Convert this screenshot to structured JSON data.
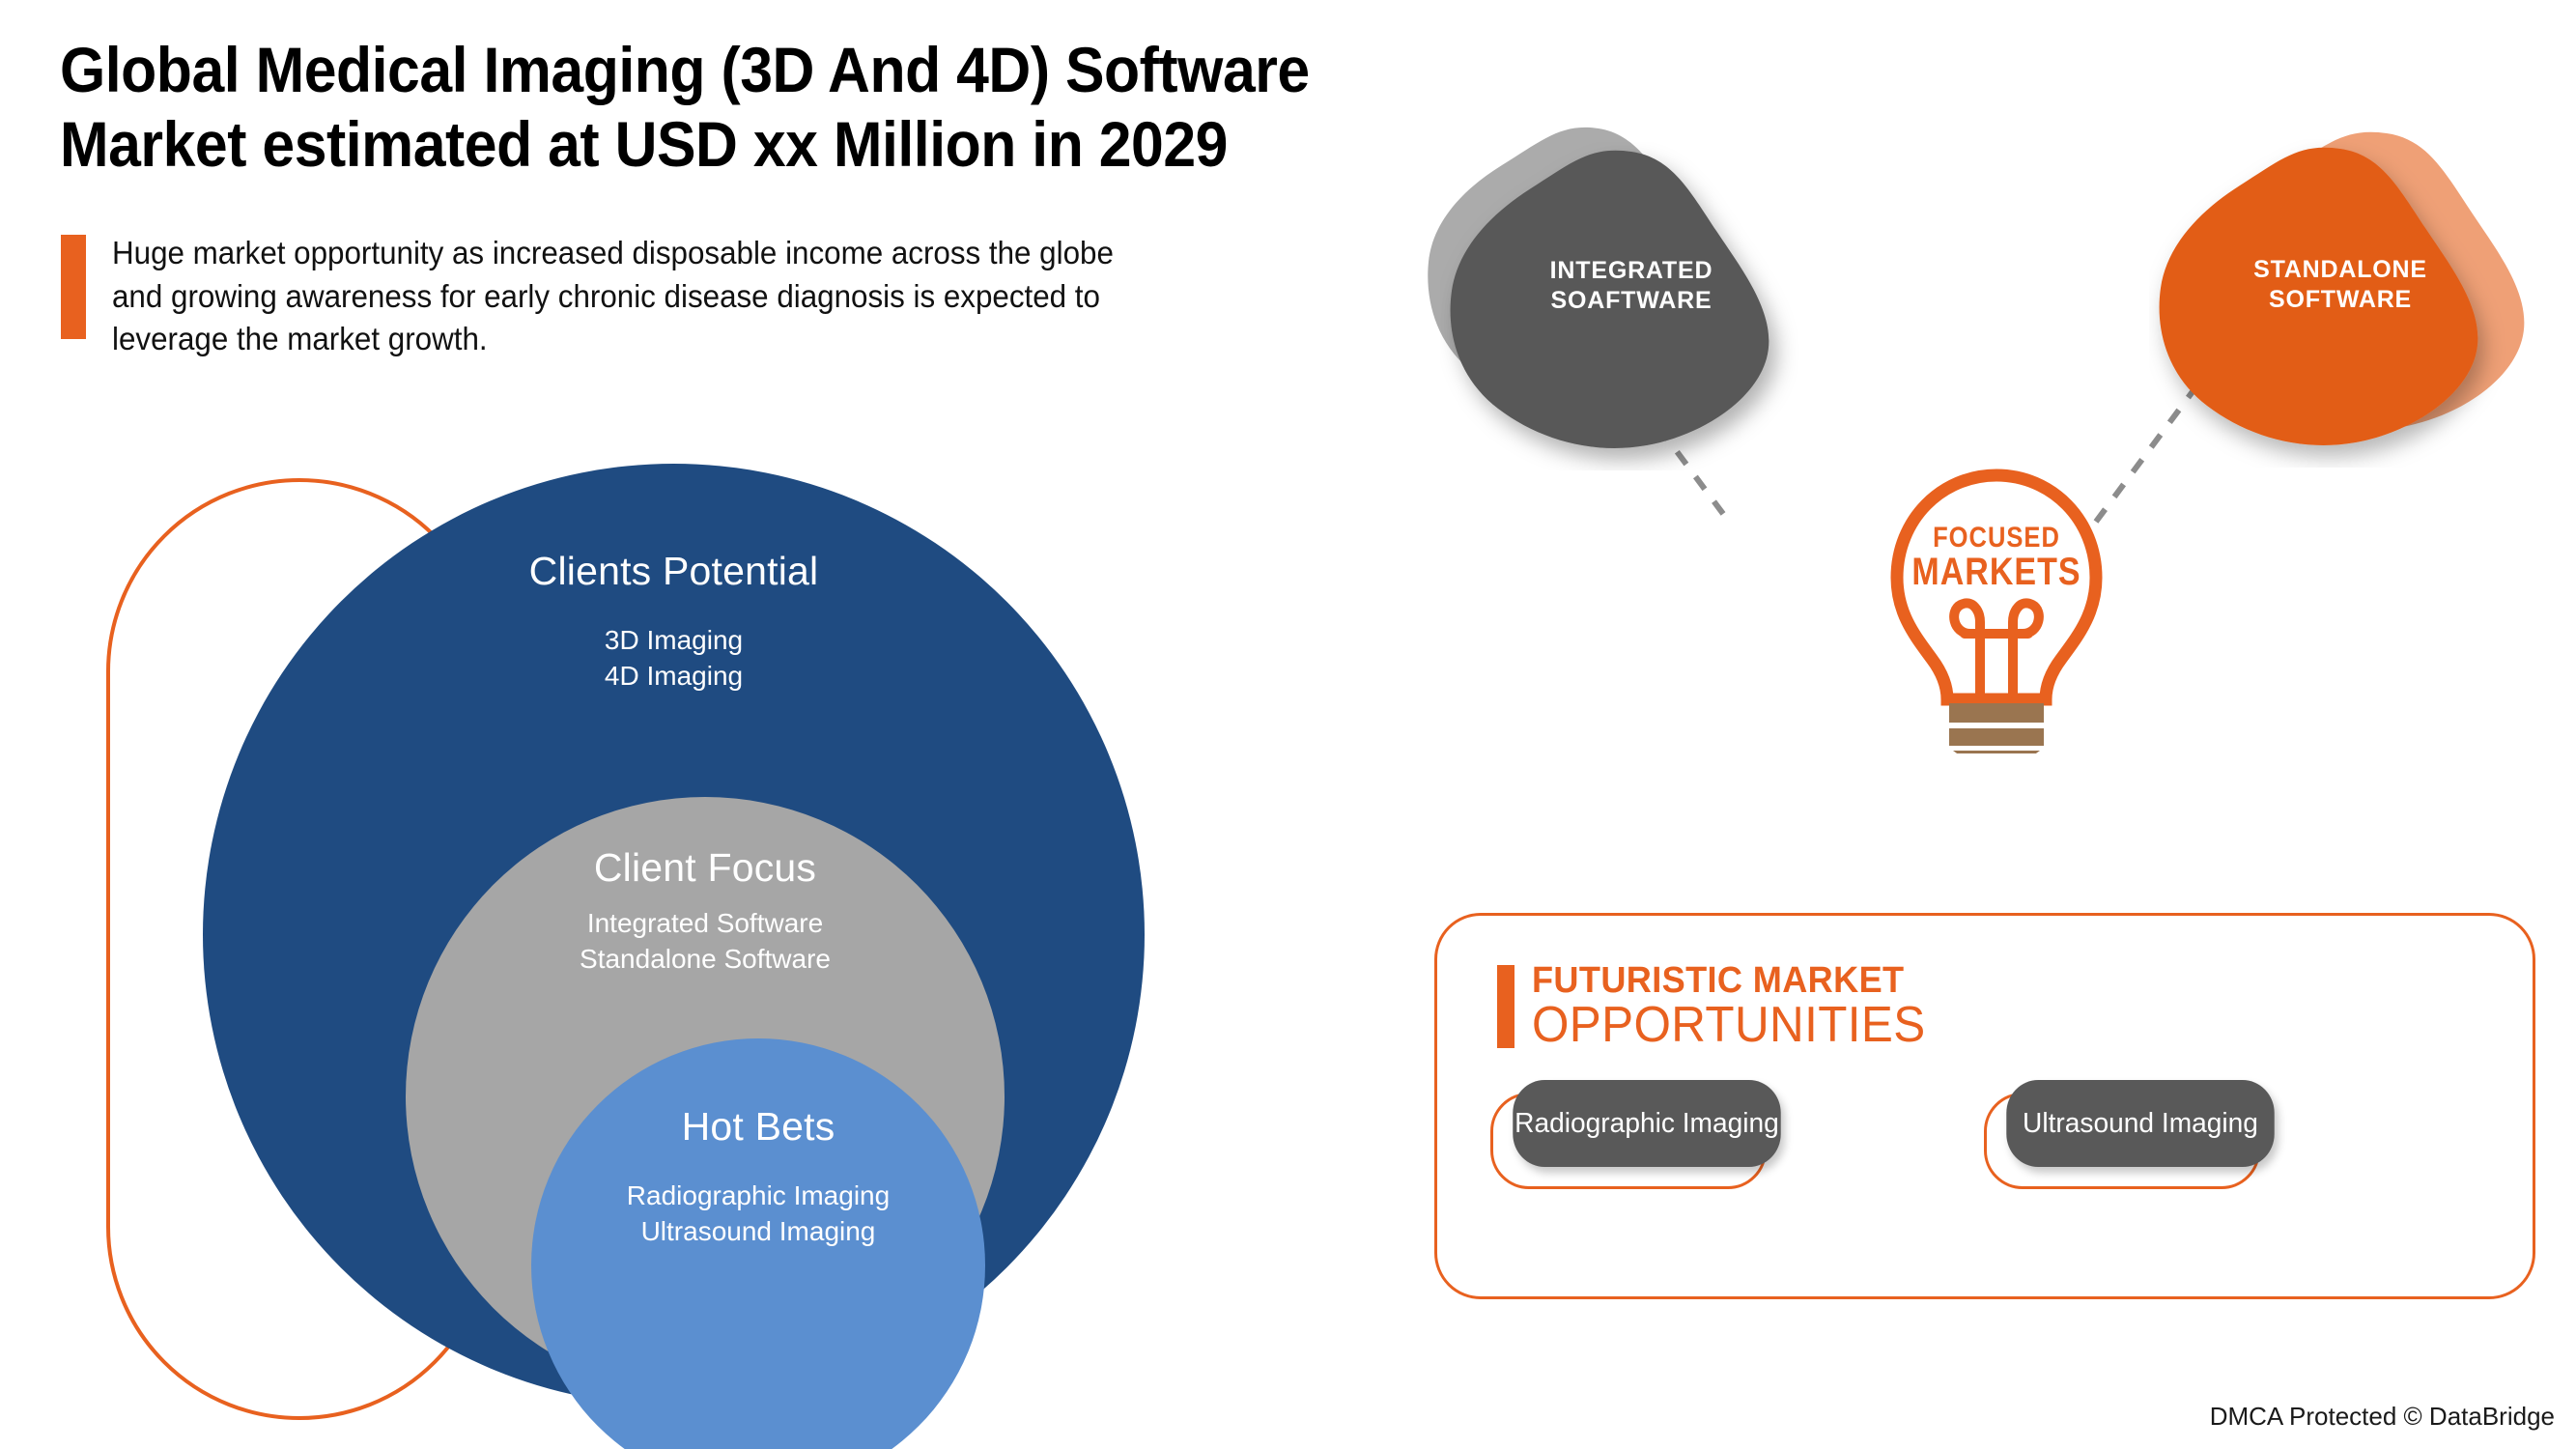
{
  "header": {
    "title": "Global Medical Imaging (3D And 4D) Software\nMarket estimated at USD xx Million in 2029",
    "subtitle": "Huge market opportunity as increased disposable income across the globe\nand growing awareness for early chronic disease diagnosis is expected to\nleverage the market growth."
  },
  "colors": {
    "orange": "#E8611F",
    "orange_light": "#EFA076",
    "dark_blue": "#1F4B81",
    "gray": "#A6A6A6",
    "light_blue": "#5B8FD0",
    "dark_gray": "#595959",
    "shadow_gray": "#ABABAB",
    "bulb_base_brown": "#9A7550"
  },
  "circles": {
    "outer": {
      "title": "Clients Potential",
      "items": "3D Imaging\n4D Imaging",
      "color": "#1F4B81"
    },
    "middle": {
      "title": "Client Focus",
      "items": "Integrated Software\nStandalone Software",
      "color": "#A6A6A6"
    },
    "inner": {
      "title": "Hot Bets",
      "items": "Radiographic Imaging\nUltrasound Imaging",
      "color": "#5B8FD0"
    }
  },
  "blobs": [
    {
      "label": "INTEGRATED\nSOAFTWARE",
      "color": "#595959",
      "shadow_color": "#ABABAB"
    },
    {
      "label": "STANDALONE\nSOFTWARE",
      "color": "#E25D16",
      "shadow_color": "#EFA076"
    }
  ],
  "bulb": {
    "line1": "FOCUSED",
    "line2": "MARKETS"
  },
  "opportunities": {
    "heading_line1": "FUTURISTIC MARKET",
    "heading_line2": "OPPORTUNITIES",
    "pills": [
      {
        "label": "Radiographic Imaging"
      },
      {
        "label": "Ultrasound Imaging"
      }
    ]
  },
  "footer": {
    "text": "DMCA Protected © DataBridge"
  }
}
